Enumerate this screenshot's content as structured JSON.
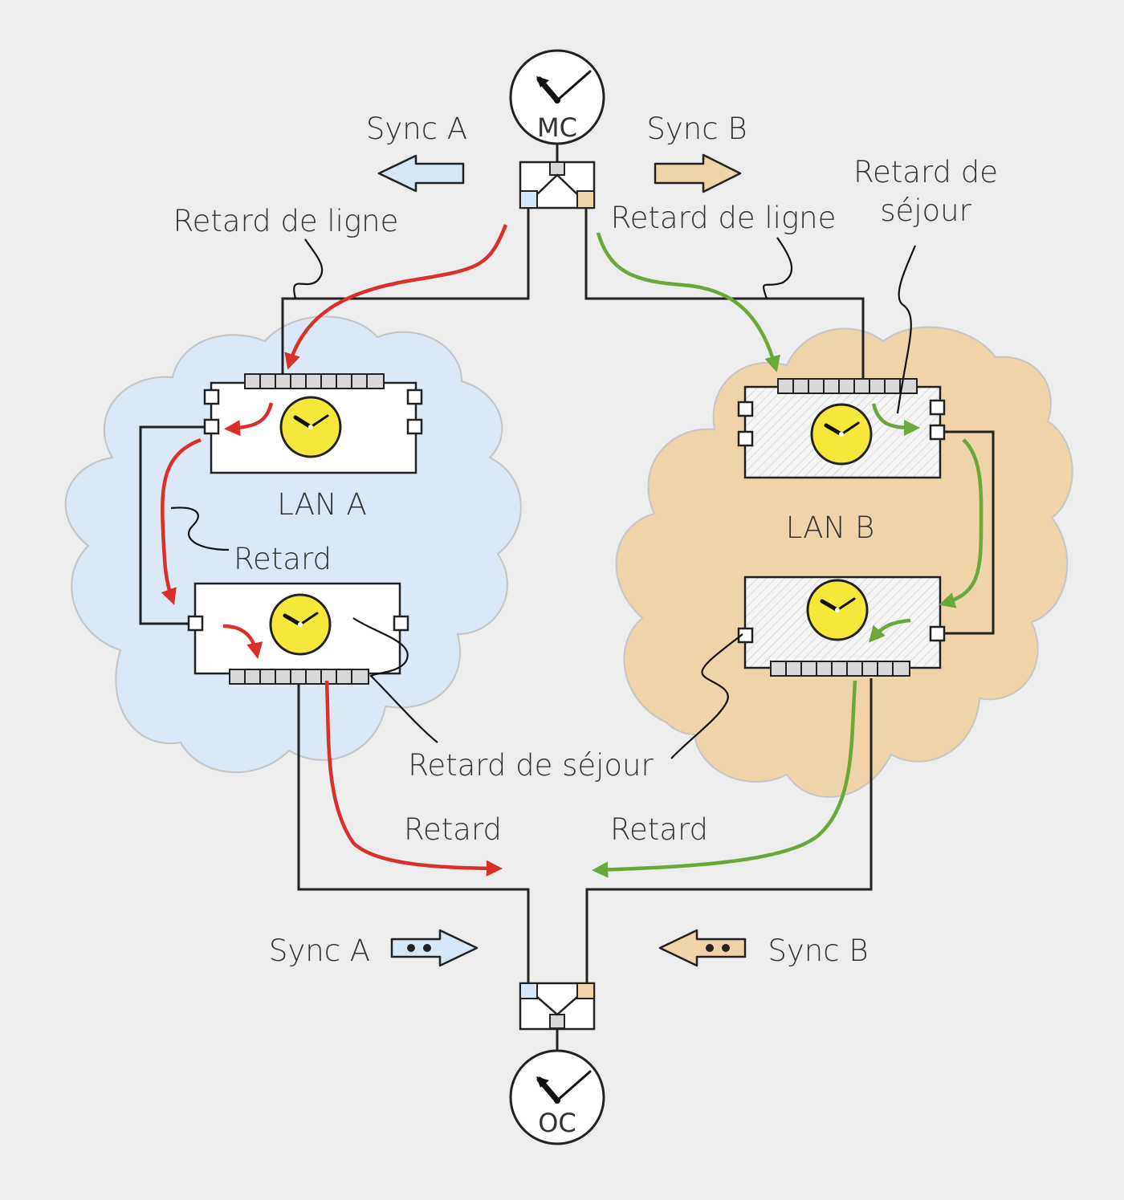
{
  "colors": {
    "background": "#ededed",
    "lan_a_cloud": "#dbe9f7",
    "lan_b_cloud": "#efd3a9",
    "path_a": "#d9302a",
    "path_b": "#6aa83b",
    "clock_face": "#f5e83a",
    "sync_a_arrow": "#d6e8f8",
    "sync_b_arrow": "#f1d3aa"
  },
  "clocks": {
    "master": "MC",
    "ordinary": "OC"
  },
  "labels": {
    "sync_a_top": "Sync A",
    "sync_b_top": "Sync B",
    "line_delay_left": "Retard de ligne",
    "line_delay_right": "Retard de ligne",
    "residence_delay_top_line1": "Retard de",
    "residence_delay_top_line2": "séjour",
    "lan_a": "LAN A",
    "lan_b": "LAN B",
    "delay_lan_a": "Retard",
    "residence_delay_middle": "Retard de séjour",
    "delay_bottom_left": "Retard",
    "delay_bottom_right": "Retard",
    "sync_a_bottom": "Sync A",
    "sync_b_bottom": "Sync B"
  },
  "icons": [
    "clock-icon",
    "sync-arrow-icon",
    "switch-icon",
    "cloud-icon"
  ]
}
